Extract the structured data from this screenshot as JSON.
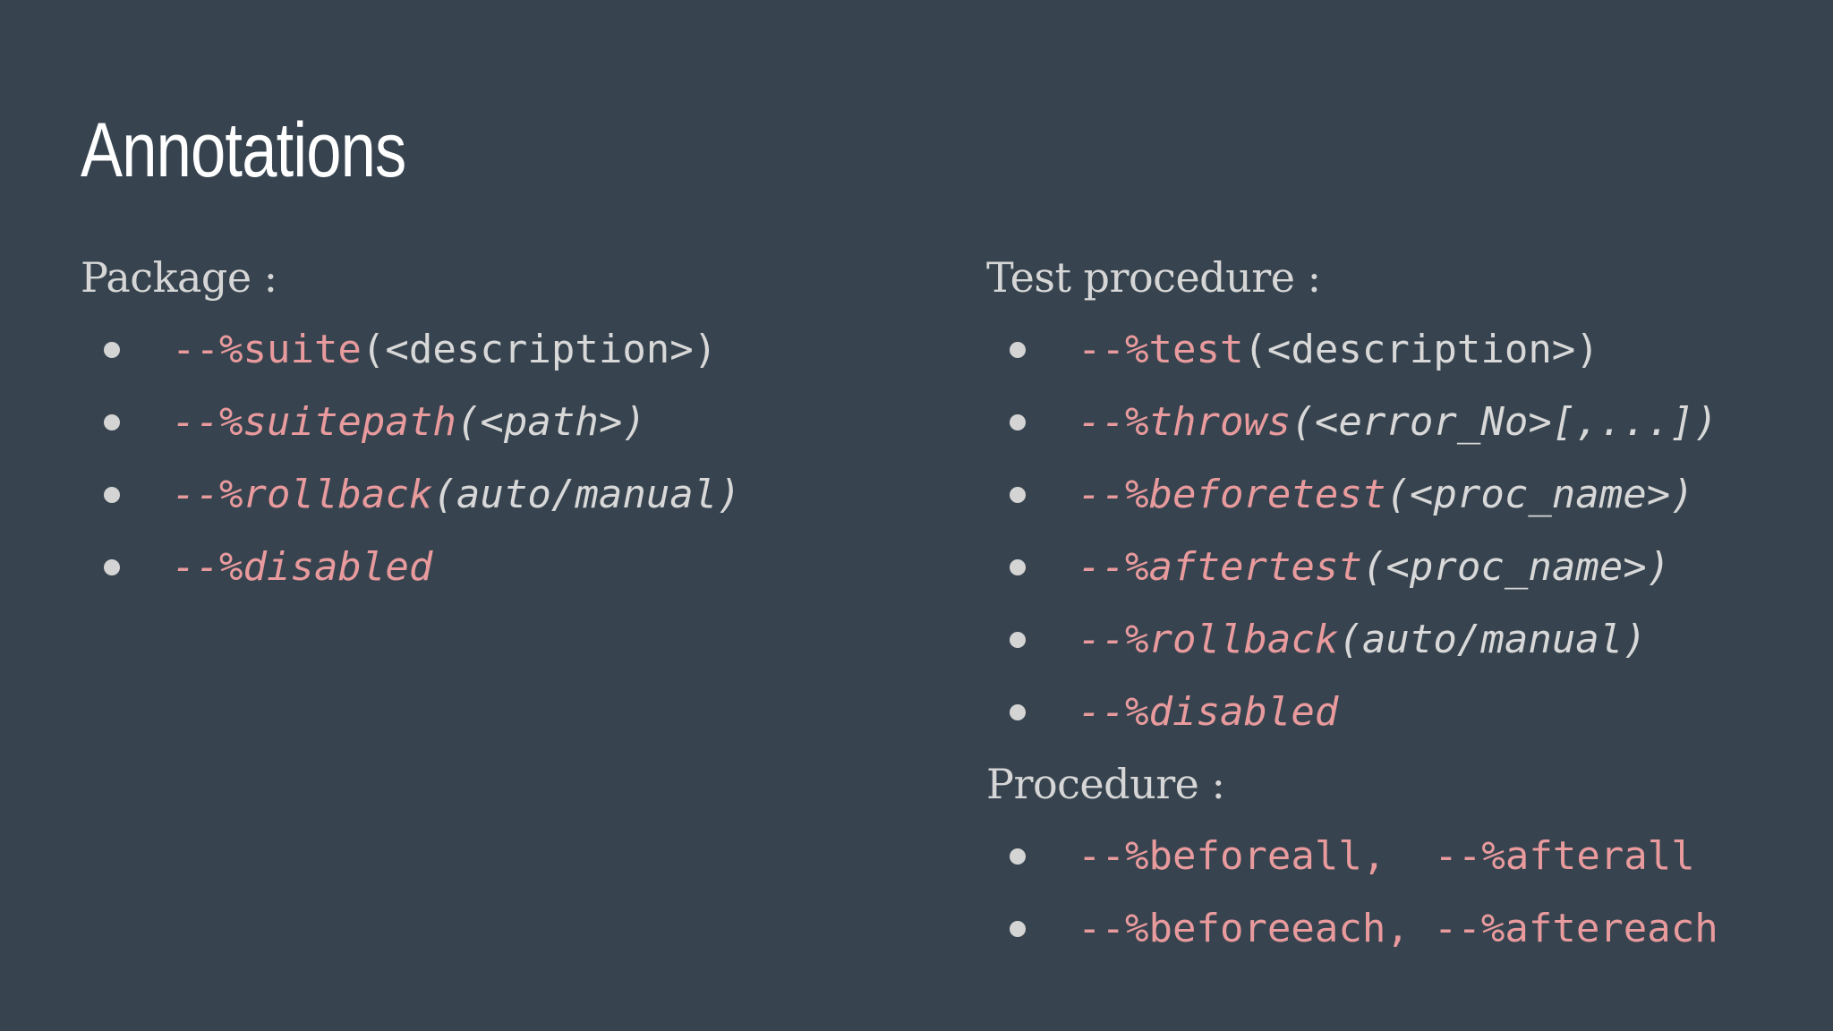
{
  "slide": {
    "title": "Annotations",
    "background_color": "#37444f",
    "accent_color": "#e89a9d"
  },
  "package": {
    "heading": "Package :",
    "items": [
      {
        "keyword": "--%suite",
        "args": "(<description>)",
        "italic": false
      },
      {
        "keyword": "--%suitepath",
        "args": "(<path>)",
        "italic": true
      },
      {
        "keyword": "--%rollback",
        "args": "(auto/manual)",
        "italic": true
      },
      {
        "keyword": "--%disabled",
        "args": "",
        "italic": true
      }
    ]
  },
  "test_procedure": {
    "heading": "Test procedure :",
    "items": [
      {
        "keyword": "--%test",
        "args": "(<description>)",
        "italic": false
      },
      {
        "keyword": "--%throws",
        "args": "(<error_No>[,...])",
        "italic": true
      },
      {
        "keyword": "--%beforetest",
        "args": "(<proc_name>)",
        "italic": true
      },
      {
        "keyword": "--%aftertest",
        "args": "(<proc_name>)",
        "italic": true
      },
      {
        "keyword": "--%rollback",
        "args": "(auto/manual)",
        "italic": true
      },
      {
        "keyword": "--%disabled",
        "args": "",
        "italic": true
      }
    ]
  },
  "procedure": {
    "heading": "Procedure :",
    "items": [
      {
        "first": "--%beforeall,",
        "second": "--%afterall"
      },
      {
        "first": "--%beforeeach,",
        "second": "--%aftereach"
      }
    ]
  }
}
